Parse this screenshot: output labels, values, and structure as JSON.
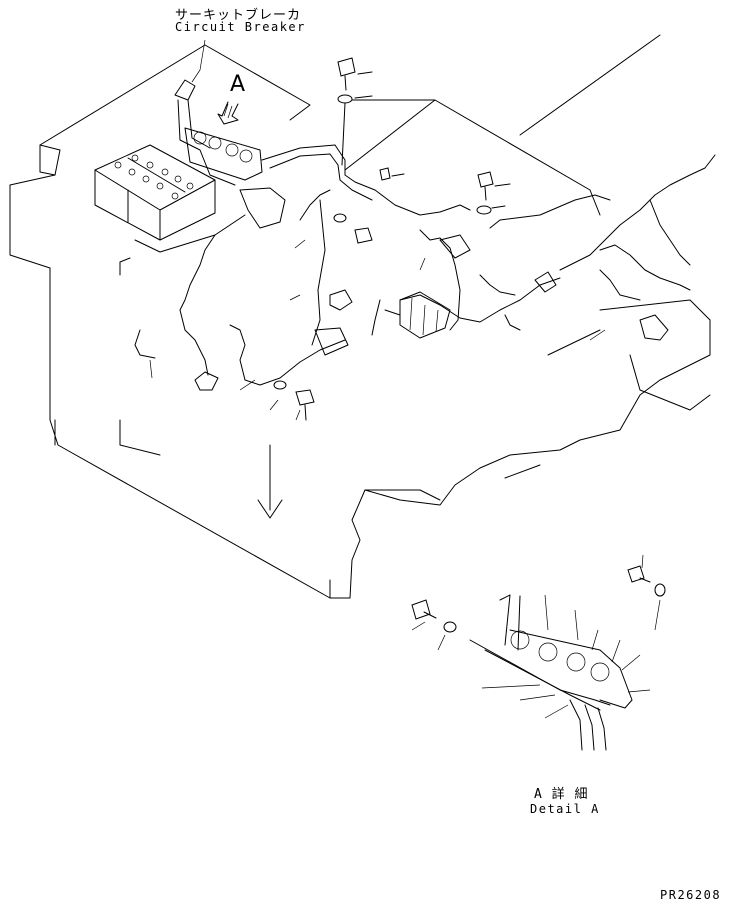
{
  "labels": {
    "breaker_jp": "サーキットブレーカ",
    "breaker_en": "Circuit Breaker",
    "view_marker": "A",
    "detail_jp": "A 詳 細",
    "detail_en": "Detail A",
    "part_code": "PR26208"
  },
  "icons": {
    "view_arrow": "view-direction-arrow-icon"
  }
}
